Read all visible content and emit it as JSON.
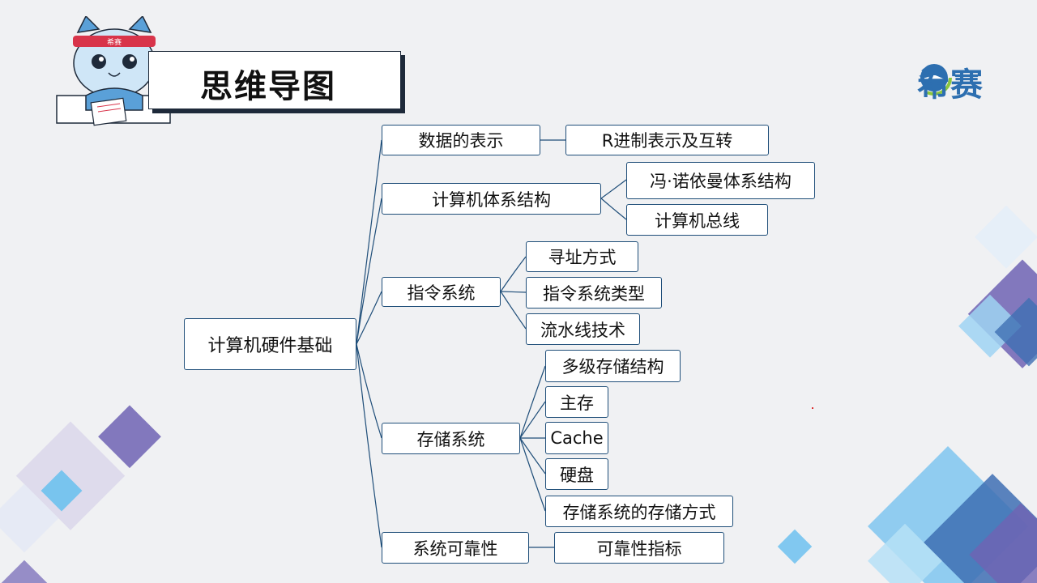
{
  "title": "思维导图",
  "logo": {
    "text": "希赛",
    "icon": "xisai-e-logo-icon"
  },
  "mascot": {
    "icon": "cat-mascot-icon",
    "headband_text": "希赛"
  },
  "colors": {
    "node_border": "#1f4e79",
    "accent_blue": "#2d6fb0",
    "deco_purple": "#6f63b3",
    "deco_light_blue": "#6dc1ee"
  },
  "mindmap": {
    "root": "计算机硬件基础",
    "branches": [
      {
        "label": "数据的表示",
        "children": [
          "R进制表示及互转"
        ]
      },
      {
        "label": "计算机体系结构",
        "children": [
          "冯·诺依曼体系结构",
          "计算机总线"
        ]
      },
      {
        "label": "指令系统",
        "children": [
          "寻址方式",
          "指令系统类型",
          "流水线技术"
        ]
      },
      {
        "label": "存储系统",
        "children": [
          "多级存储结构",
          "主存",
          "Cache",
          "硬盘",
          "存储系统的存储方式"
        ]
      },
      {
        "label": "系统可靠性",
        "children": [
          "可靠性指标"
        ]
      }
    ]
  }
}
